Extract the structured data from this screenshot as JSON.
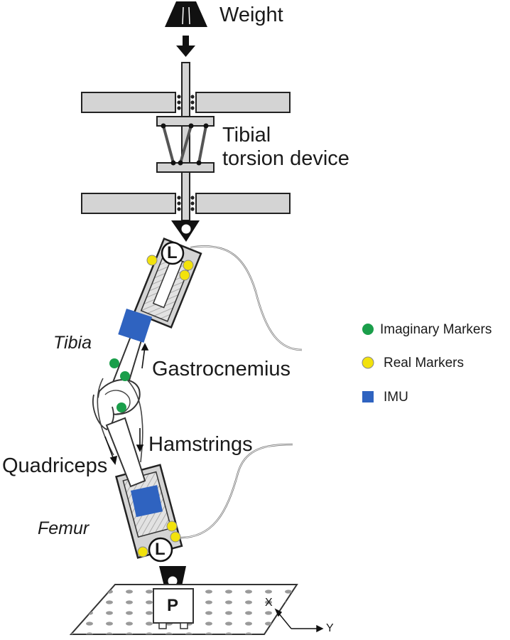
{
  "labels": {
    "weight": "Weight",
    "tibial_torsion_line1": "Tibial",
    "tibial_torsion_line2": "torsion device",
    "tibia": "Tibia",
    "femur": "Femur",
    "gastrocnemius": "Gastrocnemius",
    "hamstrings": "Hamstrings",
    "quadriceps": "Quadriceps",
    "load_cell_top": "L",
    "load_cell_bottom": "L",
    "plate": "P",
    "axis_x": "X",
    "axis_y": "Y"
  },
  "legend": [
    {
      "label": "Imaginary Markers",
      "color": "#1a9e4a",
      "shape": "circle"
    },
    {
      "label": "Real Markers",
      "color": "#f2e20c",
      "shape": "circle"
    },
    {
      "label": "IMU",
      "color": "#2f63c0",
      "shape": "square"
    }
  ],
  "colors": {
    "imaginary_marker": "#1a9e4a",
    "real_marker": "#f2e20c",
    "imu": "#2f63c0",
    "frame_gray": "#d4d4d4",
    "outline": "#222222"
  }
}
